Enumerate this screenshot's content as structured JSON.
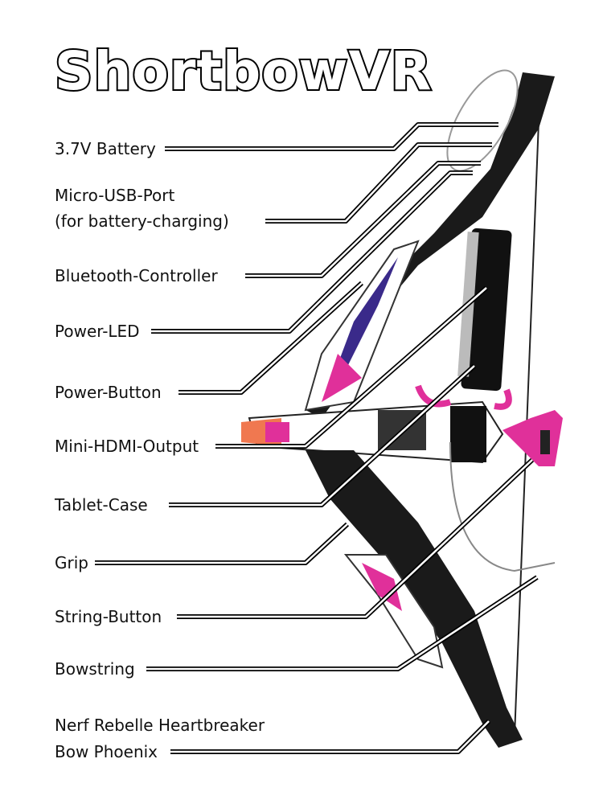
{
  "title": "ShortbowVR",
  "labels": {
    "battery": "3.7V Battery",
    "usb_line1": "Micro-USB-Port",
    "usb_line2": "(for battery-charging)",
    "bluetooth": "Bluetooth-Controller",
    "led": "Power-LED",
    "power_button": "Power-Button",
    "hdmi": "Mini-HDMI-Output",
    "tablet_case": "Tablet-Case",
    "grip": "Grip",
    "string_button": "String-Button",
    "bowstring": "Bowstring",
    "bow_line1": "Nerf Rebelle Heartbreaker",
    "bow_line2": "Bow Phoenix"
  },
  "colors": {
    "pink": "#e0309a",
    "orange": "#f07850",
    "limb": "#1a1a1a",
    "wing": "#3a2a8a"
  }
}
